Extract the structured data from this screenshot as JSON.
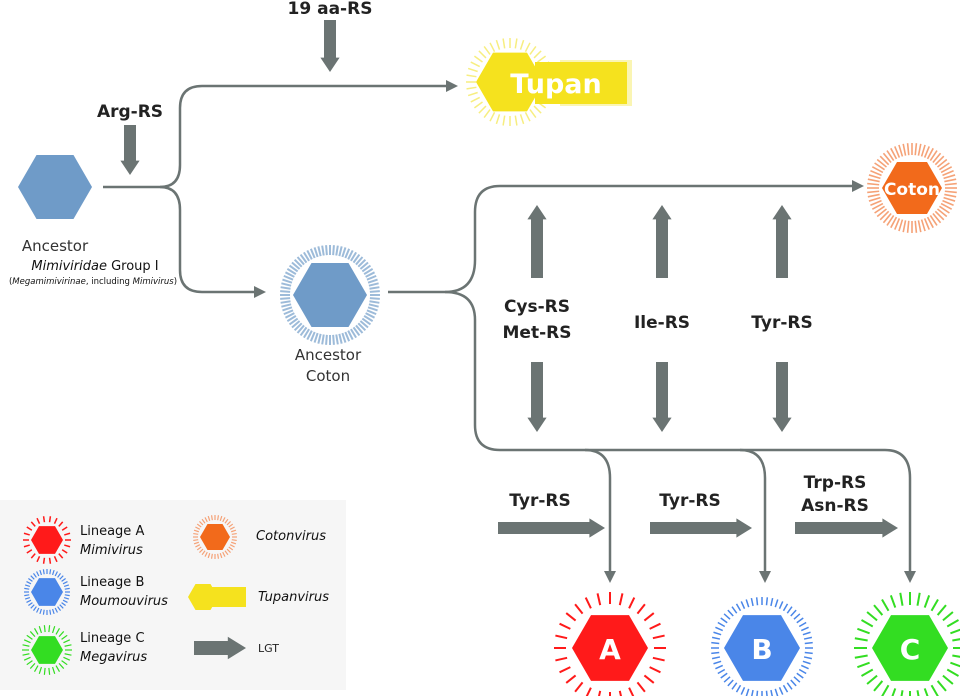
{
  "labels": {
    "aa19": "19 aa-RS",
    "arg": "Arg-RS",
    "cys": "Cys-RS",
    "met": "Met-RS",
    "ile": "Ile-RS",
    "tyr_top": "Tyr-RS",
    "tyr_a": "Tyr-RS",
    "tyr_b": "Tyr-RS",
    "trp": "Trp-RS",
    "asn": "Asn-RS"
  },
  "ancestor": {
    "title": "Ancestor",
    "group_italic": "Mimiviridae",
    "group_rest": " Group I",
    "sub_open": "(",
    "sub_italic1": "Megamimivirinae",
    "sub_mid": ", including ",
    "sub_italic2": "Mimivirus",
    "sub_close": ")"
  },
  "ancestor_coton": {
    "line1": "Ancestor",
    "line2": "Coton"
  },
  "nodes": {
    "tupan": "Tupan",
    "coton": "Coton",
    "a": "A",
    "b": "B",
    "c": "C"
  },
  "legend": {
    "lineage_a": "Lineage A",
    "lineage_a_virus": "Mimivirus",
    "lineage_b": "Lineage B",
    "lineage_b_virus": "Moumouvirus",
    "lineage_c": "Lineage C",
    "lineage_c_virus": "Megavirus",
    "cotonvirus": "Cotonvirus",
    "tupanvirus": "Tupanvirus",
    "lgt": "LGT"
  },
  "colors": {
    "ancestor": "#6f9bc8",
    "lineage_a": "#ff1a1a",
    "lineage_b": "#4a86e8",
    "lineage_c": "#33dd22",
    "coton": "#f26a1b",
    "tupan": "#f5e21e",
    "arrow": "#6b7473"
  }
}
